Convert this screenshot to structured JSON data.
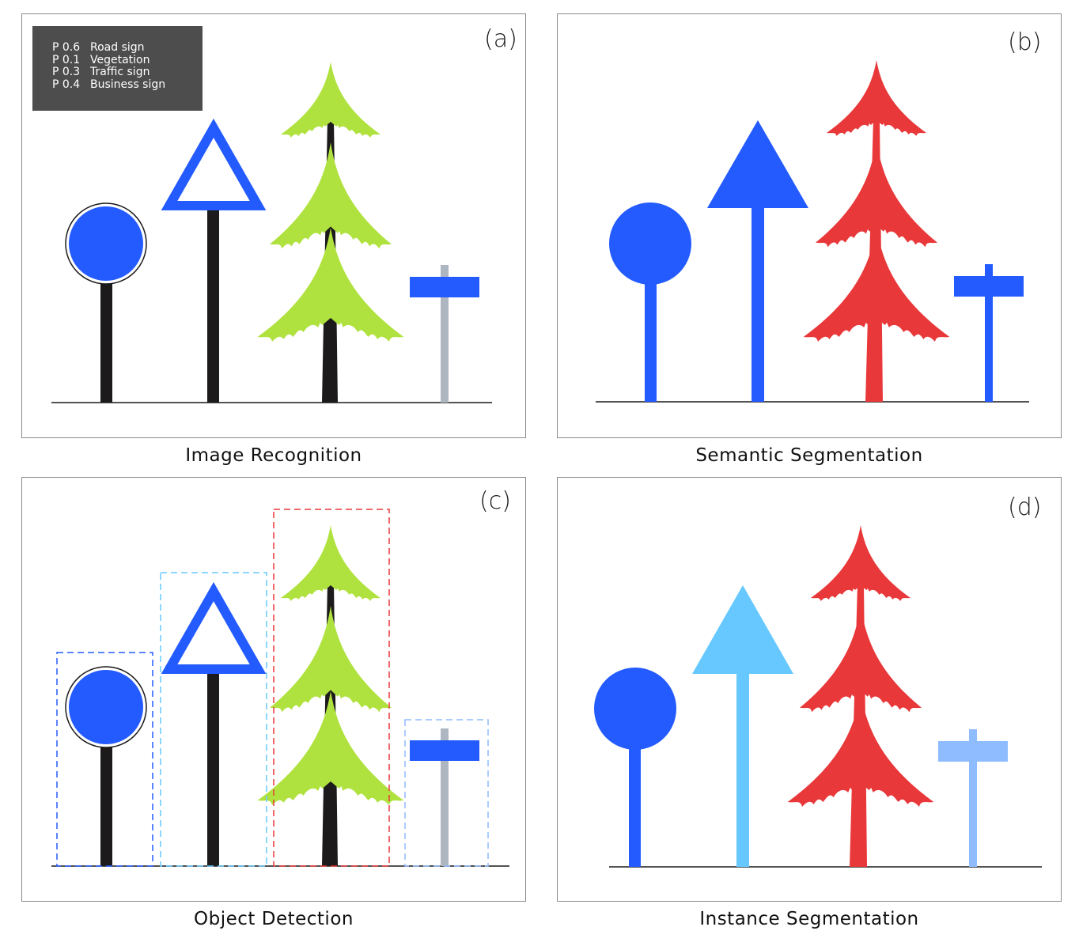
{
  "panels": {
    "a": {
      "letter": "(a)",
      "caption": "Image Recognition"
    },
    "b": {
      "letter": "(b)",
      "caption": "Semantic Segmentation"
    },
    "c": {
      "letter": "(c)",
      "caption": "Object Detection"
    },
    "d": {
      "letter": "(d)",
      "caption": "Instance Segmentation"
    }
  },
  "legend": [
    {
      "p": "P 0.6",
      "label": "Road sign"
    },
    {
      "p": "P 0.1",
      "label": "Vegetation"
    },
    {
      "p": "P 0.3",
      "label": "Traffic sign"
    },
    {
      "p": "P 0.4",
      "label": "Business sign"
    }
  ],
  "colors": {
    "sign_blue": "#245bff",
    "light_blue": "#66c8ff",
    "pale_blue": "#8fbcff",
    "tree_green": "#b0e23f",
    "tree_red": "#e8383a",
    "pole_dark": "#1c1a1a",
    "pole_gray": "#aeb6c2",
    "box_red": "#e8383a",
    "box_cyan": "#66c8ff",
    "box_pale": "#8fbcff",
    "legend_bg": "#4d4d4d"
  }
}
